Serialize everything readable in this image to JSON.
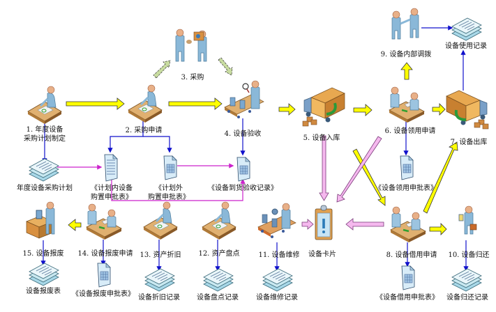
{
  "title": "设备管理流程图",
  "colors": {
    "flow_arrow": "#ffff00",
    "flow_arrow_outline": "#333333",
    "card_arrow": "#f5b8ee",
    "purchase_arrow": "#c8dca0",
    "connector_blue": "#0000cc",
    "connector_magenta": "#cc33cc",
    "desk": "#d9a860",
    "person": "#8ab8d8",
    "document": "#d8ecf8"
  },
  "steps": [
    {
      "id": "s1",
      "label_line1": "1. 年度设备",
      "label_line2": "采购计划制定",
      "icon": "person-at-desk-icon"
    },
    {
      "id": "s2",
      "label": "2. 采购申请",
      "icon": "person-at-desk-forms-icon"
    },
    {
      "id": "s3",
      "label": "3. 采购",
      "icon": "two-people-exchange-box-icon"
    },
    {
      "id": "s4",
      "label": "4. 设备验收",
      "icon": "inspector-conveyor-icon"
    },
    {
      "id": "s5",
      "label": "5. 设备入库",
      "icon": "truck-unload-icon"
    },
    {
      "id": "s6",
      "label": "6. 设备领用申请",
      "icon": "two-people-desk-icon"
    },
    {
      "id": "s7",
      "label": "7. 设备出库",
      "icon": "truck-load-icon"
    },
    {
      "id": "s8",
      "label": "8. 设备借用申请",
      "icon": "two-people-desk-icon"
    },
    {
      "id": "s9",
      "label": "9. 设备内部调拨",
      "icon": "handshake-icon"
    },
    {
      "id": "s10",
      "label": "10. 设备归还",
      "icon": "person-briefcase-icon"
    },
    {
      "id": "s11",
      "label": "11. 设备维修",
      "icon": "repair-conveyor-icon"
    },
    {
      "id": "s12",
      "label": "12. 资产盘点",
      "icon": "person-at-desk-icon"
    },
    {
      "id": "s13",
      "label": "13. 资产折旧",
      "icon": "person-at-desk-icon"
    },
    {
      "id": "s14",
      "label": "14. 设备报废申请",
      "icon": "two-people-desk-icon"
    },
    {
      "id": "s15",
      "label": "15. 设备报废",
      "icon": "person-box-icon"
    }
  ],
  "documents": [
    {
      "id": "d_plan",
      "label": "年度设备采购计划",
      "icon": "document-stack-icon"
    },
    {
      "id": "d_in_plan",
      "label_line1": "《计划内设备",
      "label_line2": "购置申批表》",
      "icon": "document-lines-icon"
    },
    {
      "id": "d_out_plan",
      "label_line1": "《计划外",
      "label_line2": "购置申批表》",
      "icon": "document-grid-icon"
    },
    {
      "id": "d_accept",
      "label": "《设备到货验收记录》",
      "icon": "document-grid-icon"
    },
    {
      "id": "d_card",
      "label": "设备卡片",
      "icon": "clipboard-alert-icon"
    },
    {
      "id": "d_use_record",
      "label": "设备使用记录",
      "icon": "document-stack-icon"
    },
    {
      "id": "d_requisition",
      "label": "《设备领用申批表》",
      "icon": "document-grid-icon"
    },
    {
      "id": "d_borrow",
      "label": "《设备借用申批表》",
      "icon": "document-grid-icon"
    },
    {
      "id": "d_return",
      "label": "设备归还记录",
      "icon": "document-stack-icon"
    },
    {
      "id": "d_repair",
      "label": "设备维修记录",
      "icon": "document-stack-icon"
    },
    {
      "id": "d_inventory",
      "label": "设备盘点记录",
      "icon": "document-stack-icon"
    },
    {
      "id": "d_depreciation",
      "label": "设备折旧记录",
      "icon": "document-stack-icon"
    },
    {
      "id": "d_scrap_approval",
      "label": "《设备报废申批表》",
      "icon": "document-grid-icon"
    },
    {
      "id": "d_scrap",
      "label": "设备报废表",
      "icon": "document-stack-icon"
    }
  ]
}
